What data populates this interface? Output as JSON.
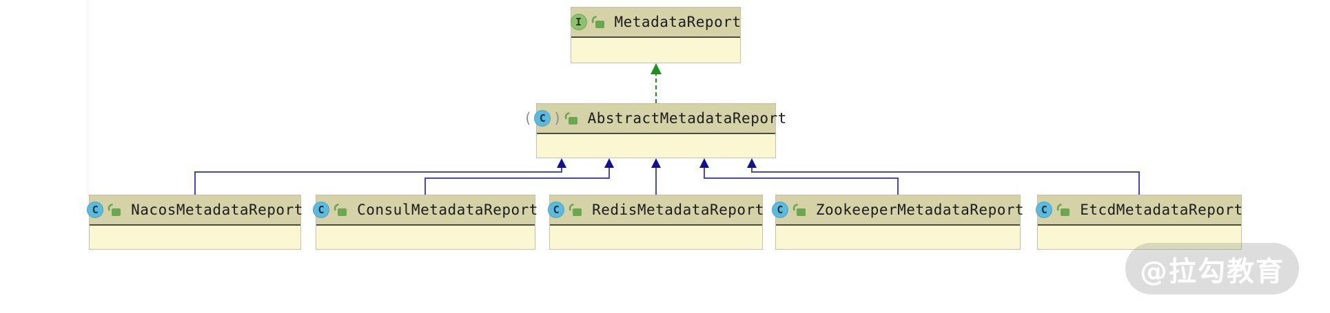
{
  "diagram": {
    "kind": "uml-class-diagram",
    "nodes": {
      "metadata_report": {
        "label": "MetadataReport",
        "kind": "interface",
        "visibility": "public"
      },
      "abstract_metadata_report": {
        "label": "AbstractMetadataReport",
        "kind": "abstract-class",
        "visibility": "public"
      },
      "nacos": {
        "label": "NacosMetadataReport",
        "kind": "class",
        "visibility": "public"
      },
      "consul": {
        "label": "ConsulMetadataReport",
        "kind": "class",
        "visibility": "public"
      },
      "redis": {
        "label": "RedisMetadataReport",
        "kind": "class",
        "visibility": "public"
      },
      "zookeeper": {
        "label": "ZookeeperMetadataReport",
        "kind": "class",
        "visibility": "public"
      },
      "etcd": {
        "label": "EtcdMetadataReport",
        "kind": "class",
        "visibility": "public"
      }
    },
    "edges": [
      {
        "from": "AbstractMetadataReport",
        "to": "MetadataReport",
        "type": "realization"
      },
      {
        "from": "NacosMetadataReport",
        "to": "AbstractMetadataReport",
        "type": "generalization"
      },
      {
        "from": "ConsulMetadataReport",
        "to": "AbstractMetadataReport",
        "type": "generalization"
      },
      {
        "from": "RedisMetadataReport",
        "to": "AbstractMetadataReport",
        "type": "generalization"
      },
      {
        "from": "ZookeeperMetadataReport",
        "to": "AbstractMetadataReport",
        "type": "generalization"
      },
      {
        "from": "EtcdMetadataReport",
        "to": "AbstractMetadataReport",
        "type": "generalization"
      }
    ]
  },
  "icons": {
    "class_letter": "C",
    "interface_letter": "I",
    "abstract_paren_open": "(",
    "abstract_paren_close": ")",
    "lock": "unlocked-icon"
  },
  "watermark": {
    "text": "@拉勾教育"
  },
  "colors": {
    "node_header": "#d4d2a6",
    "node_body": "#faf7d2",
    "node_divider": "#4a4a45",
    "edge_generalization_line": "#4949ad",
    "edge_generalization_arrow": "#12128e",
    "edge_realization": "#1f9121",
    "class_icon_fill": "#5ebadc",
    "interface_icon_fill": "#8ec06f",
    "lock_icon_fill": "#6aa84f"
  }
}
